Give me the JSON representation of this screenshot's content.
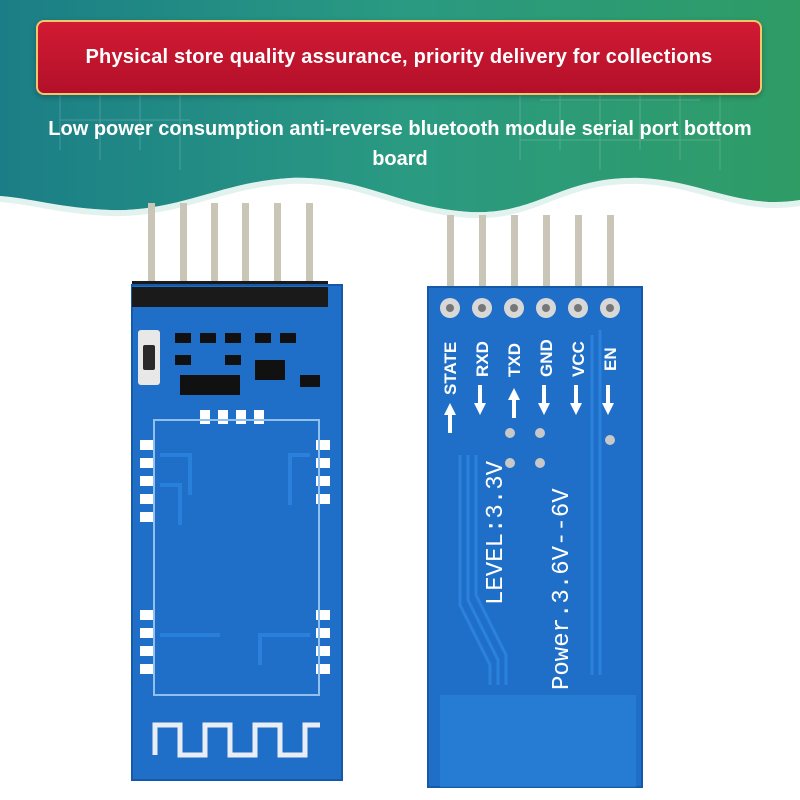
{
  "banner": {
    "text": "Physical store quality assurance, priority delivery for collections"
  },
  "subtitle": {
    "text": "Low power consumption anti-reverse bluetooth module serial port bottom board"
  },
  "back_board": {
    "pins": [
      "STATE",
      "RXD",
      "TXD",
      "GND",
      "VCC",
      "EN"
    ],
    "level_text": "LEVEL:3.3V",
    "power_text": "Power.3.6V--6V"
  },
  "colors": {
    "banner_red": "#c8152f",
    "banner_border": "#f2c76a",
    "background_teal": "#1f8a86",
    "pcb_blue": "#1f6fc8"
  }
}
